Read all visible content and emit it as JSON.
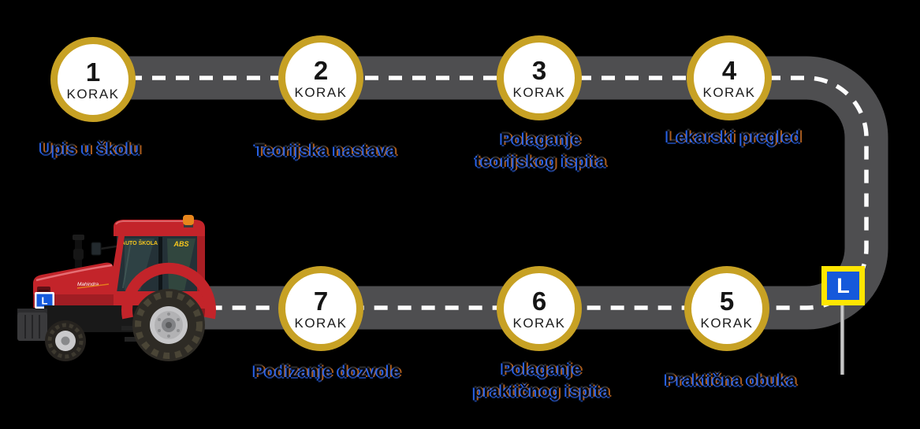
{
  "steps": [
    {
      "number": "1",
      "caption": "KORAK",
      "label_line1": "Upis u školu"
    },
    {
      "number": "2",
      "caption": "KORAK",
      "label_line1": "Teorijska nastava"
    },
    {
      "number": "3",
      "caption": "KORAK",
      "label_line1": "Polaganje",
      "label_line2": "teorijskog ispita"
    },
    {
      "number": "4",
      "caption": "KORAK",
      "label_line1": "Lekarski pregled"
    },
    {
      "number": "5",
      "caption": "KORAK",
      "label_line1": "Praktična obuka"
    },
    {
      "number": "6",
      "caption": "KORAK",
      "label_line1": "Polaganje",
      "label_line2": "praktičnog ispita"
    },
    {
      "number": "7",
      "caption": "KORAK",
      "label_line1": "Podizanje dozvole"
    }
  ],
  "learner_sign": {
    "letter": "L"
  },
  "tractor": {
    "windshield_text": "AUTO ŠKOLA",
    "side_window_text": "ABS",
    "hood_brand_text": "Mahindra",
    "plate_letter": "L"
  },
  "colors": {
    "background": "#000000",
    "road": "#4E4E50",
    "lane_dash": "#FDFDFD",
    "step_ring_gold": "#C7A124",
    "step_fill": "#FFFFFF",
    "sign_yellow": "#FFE600",
    "sign_blue": "#1559DB",
    "tractor_red": "#C3242A",
    "beacon_orange": "#E8861C"
  }
}
